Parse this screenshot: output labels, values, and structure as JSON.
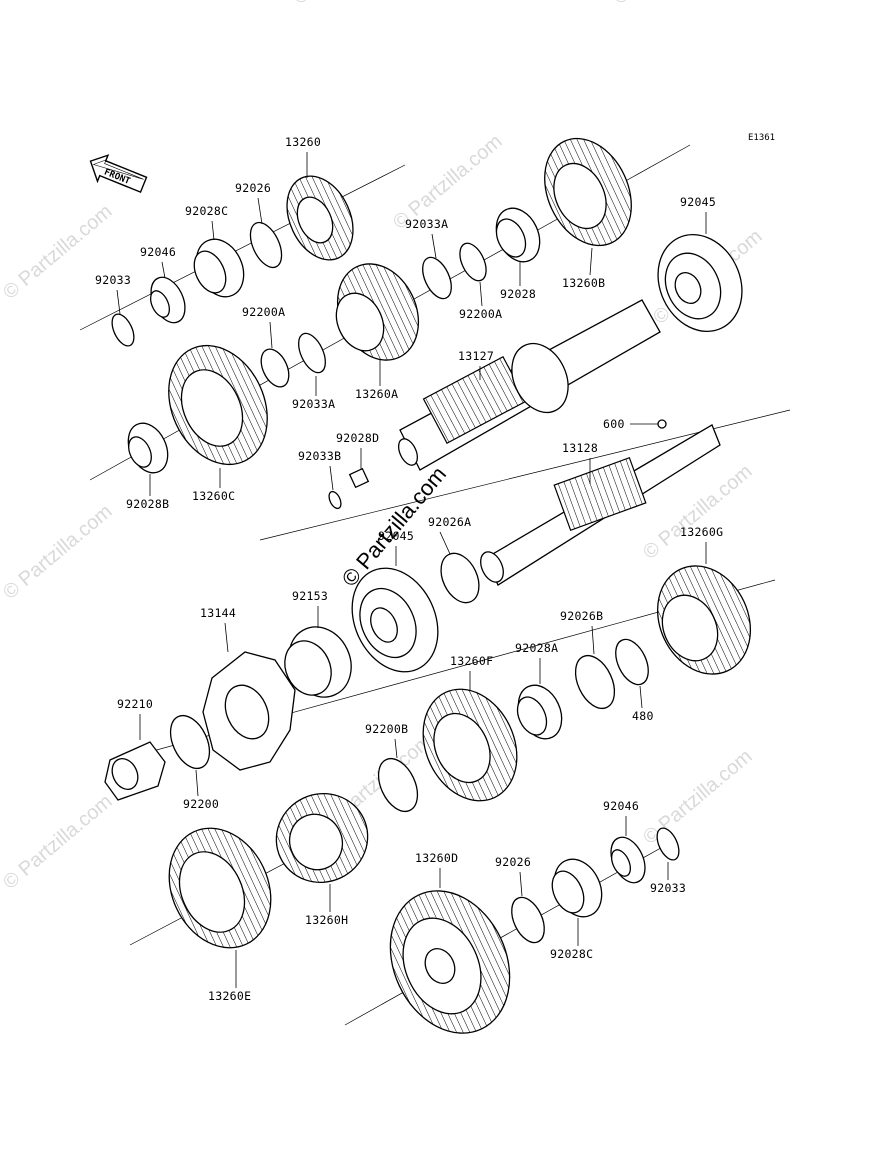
{
  "diagram_code": "E1361",
  "front_label": "FRONT",
  "watermark_text": "© Partzilla.com",
  "parts": [
    {
      "id": "p13260",
      "label": "13260"
    },
    {
      "id": "p92026_top",
      "label": "92026"
    },
    {
      "id": "p92028C_top",
      "label": "92028C"
    },
    {
      "id": "p92046_top",
      "label": "92046"
    },
    {
      "id": "p92033_top",
      "label": "92033"
    },
    {
      "id": "p92200A_1",
      "label": "92200A"
    },
    {
      "id": "p92033A_1",
      "label": "92033A"
    },
    {
      "id": "p13260A",
      "label": "13260A"
    },
    {
      "id": "p92033A_2",
      "label": "92033A"
    },
    {
      "id": "p92200A_2",
      "label": "92200A"
    },
    {
      "id": "p92028",
      "label": "92028"
    },
    {
      "id": "p13260B",
      "label": "13260B"
    },
    {
      "id": "p92045_top",
      "label": "92045"
    },
    {
      "id": "p13127",
      "label": "13127"
    },
    {
      "id": "p92028B",
      "label": "92028B"
    },
    {
      "id": "p13260C",
      "label": "13260C"
    },
    {
      "id": "p92028D",
      "label": "92028D"
    },
    {
      "id": "p92033B",
      "label": "92033B"
    },
    {
      "id": "p600",
      "label": "600"
    },
    {
      "id": "p13128",
      "label": "13128"
    },
    {
      "id": "p92026A",
      "label": "92026A"
    },
    {
      "id": "p92045_mid",
      "label": "92045"
    },
    {
      "id": "p13260G",
      "label": "13260G"
    },
    {
      "id": "p92153",
      "label": "92153"
    },
    {
      "id": "p13144",
      "label": "13144"
    },
    {
      "id": "p92026B",
      "label": "92026B"
    },
    {
      "id": "p92028A",
      "label": "92028A"
    },
    {
      "id": "p13260F",
      "label": "13260F"
    },
    {
      "id": "p480",
      "label": "480"
    },
    {
      "id": "p92210",
      "label": "92210"
    },
    {
      "id": "p92200B",
      "label": "92200B"
    },
    {
      "id": "p92200",
      "label": "92200"
    },
    {
      "id": "p92046_bot",
      "label": "92046"
    },
    {
      "id": "p13260D",
      "label": "13260D"
    },
    {
      "id": "p92026_bot",
      "label": "92026"
    },
    {
      "id": "p92033_bot",
      "label": "92033"
    },
    {
      "id": "p13260H",
      "label": "13260H"
    },
    {
      "id": "p92028C_bot",
      "label": "92028C"
    },
    {
      "id": "p13260E",
      "label": "13260E"
    }
  ]
}
